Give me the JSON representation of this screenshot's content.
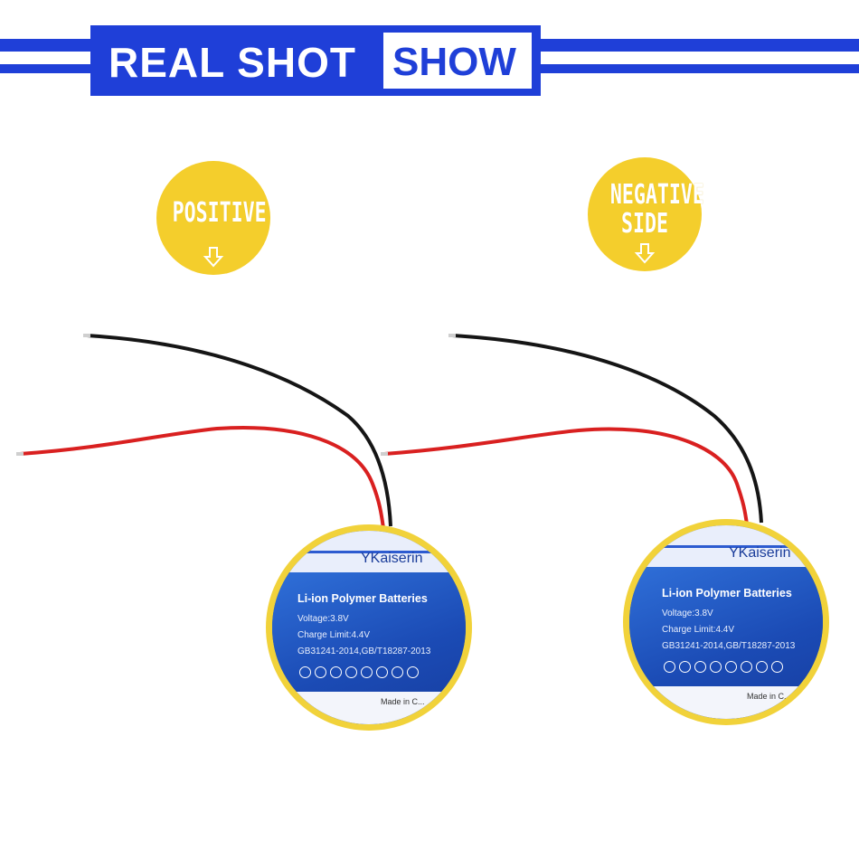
{
  "banner": {
    "left_text": "REAL SHOT",
    "right_text": "SHOW"
  },
  "badges": [
    {
      "text": "POSITIVE",
      "arrow": "down-arrow-icon"
    },
    {
      "text": "NEGATIVE SIDE",
      "arrow": "down-arrow-icon"
    }
  ],
  "cells": [
    {
      "brand": "YKaiserin",
      "title": "Li-ion Polymer Batteries",
      "voltage": "Voltage:3.8V",
      "charge_limit": "Charge Limit:4.4V",
      "standard": "GB31241-2014,GB/T18287-2013",
      "made_in": "Made in C..."
    },
    {
      "brand": "YKaiserin",
      "title": "Li-ion Polymer Batteries",
      "voltage": "Voltage:3.8V",
      "charge_limit": "Charge Limit:4.4V",
      "standard": "GB31241-2014,GB/T18287-2013",
      "made_in": "Made in C..."
    }
  ],
  "colors": {
    "banner_blue": "#1f3fd8",
    "badge_yellow": "#f4ce2c",
    "wire_red": "#d92020",
    "wire_black": "#151515"
  }
}
